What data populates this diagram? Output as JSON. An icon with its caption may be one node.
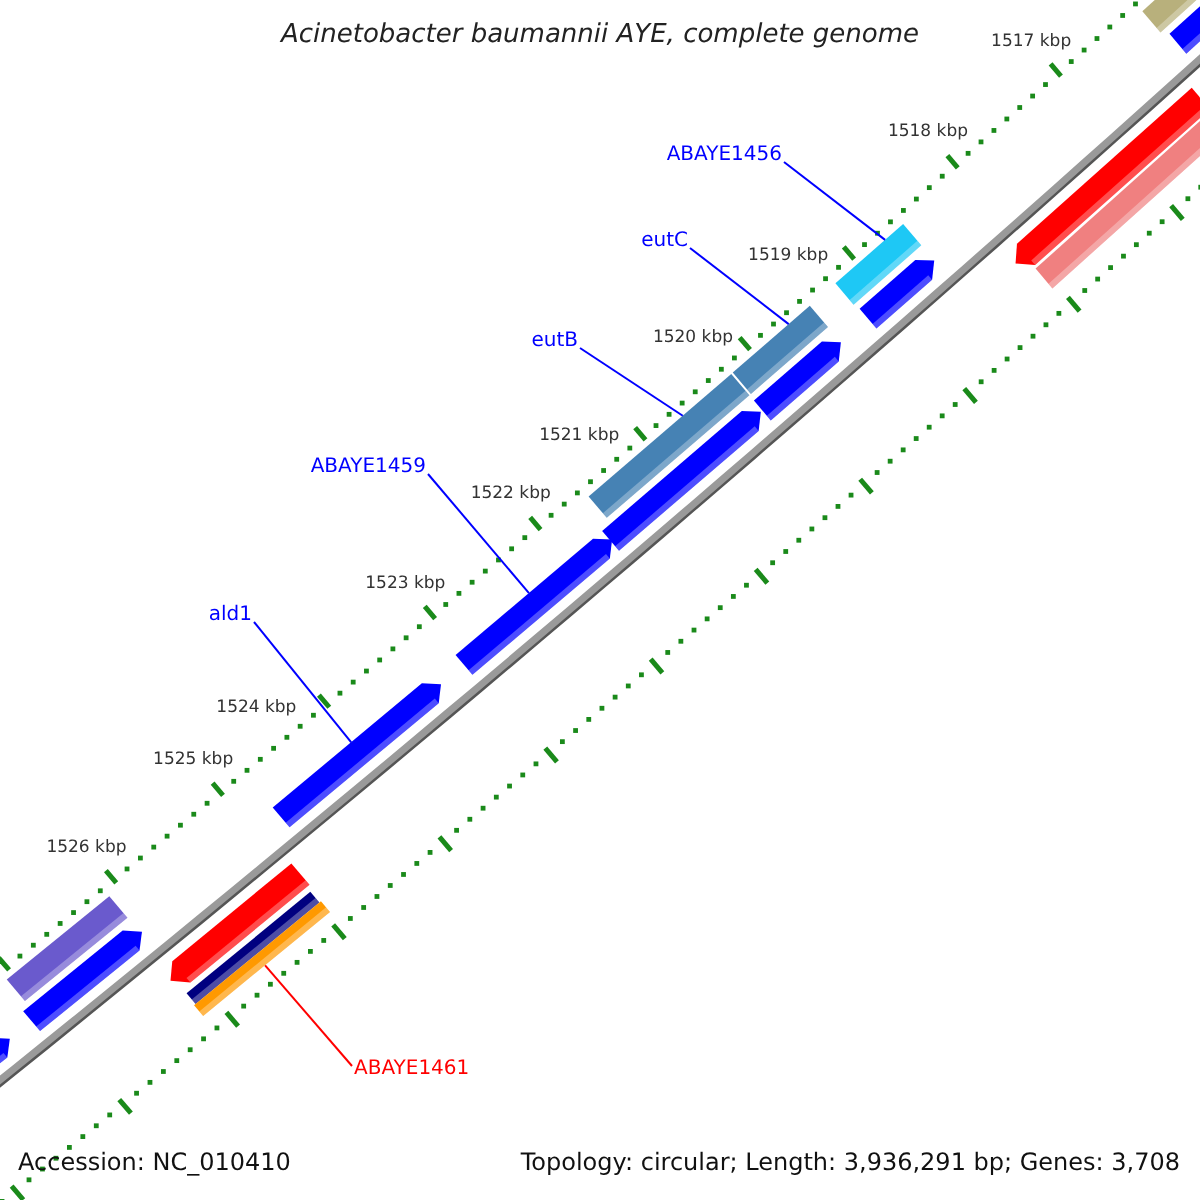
{
  "diagram": {
    "title": "Acinetobacter baumannii AYE, complete genome",
    "nodes": [
      {
        "text": [
          "ABAYE1456"
        ]
      },
      {
        "text": [
          "eutC"
        ]
      },
      {
        "text": [
          "eutB"
        ]
      },
      {
        "text": [
          "ABAYE1459"
        ]
      },
      {
        "text": [
          "ald1"
        ]
      },
      {
        "text": [
          "ABAYE1461"
        ]
      },
      {
        "text": [],
        "shape": "bar"
      },
      {
        "text": [],
        "shape": "bar"
      },
      {
        "text": [],
        "shape": "bar"
      },
      {
        "text": [],
        "shape": "bar"
      },
      {
        "text": [],
        "shape": "bar"
      },
      {
        "text": [],
        "shape": "bar"
      }
    ],
    "edges": [
      {
        "from": 0,
        "to": 6,
        "arrow": "none"
      },
      {
        "from": 1,
        "to": 7,
        "arrow": "none"
      },
      {
        "from": 2,
        "to": 8,
        "arrow": "none"
      },
      {
        "from": 3,
        "to": 9,
        "arrow": "none"
      },
      {
        "from": 4,
        "to": 10,
        "arrow": "none"
      },
      {
        "from": 5,
        "to": 11,
        "arrow": "none",
        "color": "#ff0000"
      }
    ],
    "labels": [
      "1517 kbp",
      "1518 kbp",
      "1519 kbp",
      "1520 kbp",
      "1521 kbp",
      "1522 kbp",
      "1523 kbp",
      "1524 kbp",
      "1525 kbp",
      "1526 kbp",
      "Accession: NC_010410",
      "Topology: circular; Length: 3,936,291 bp; Genes: 3,708"
    ]
  }
}
